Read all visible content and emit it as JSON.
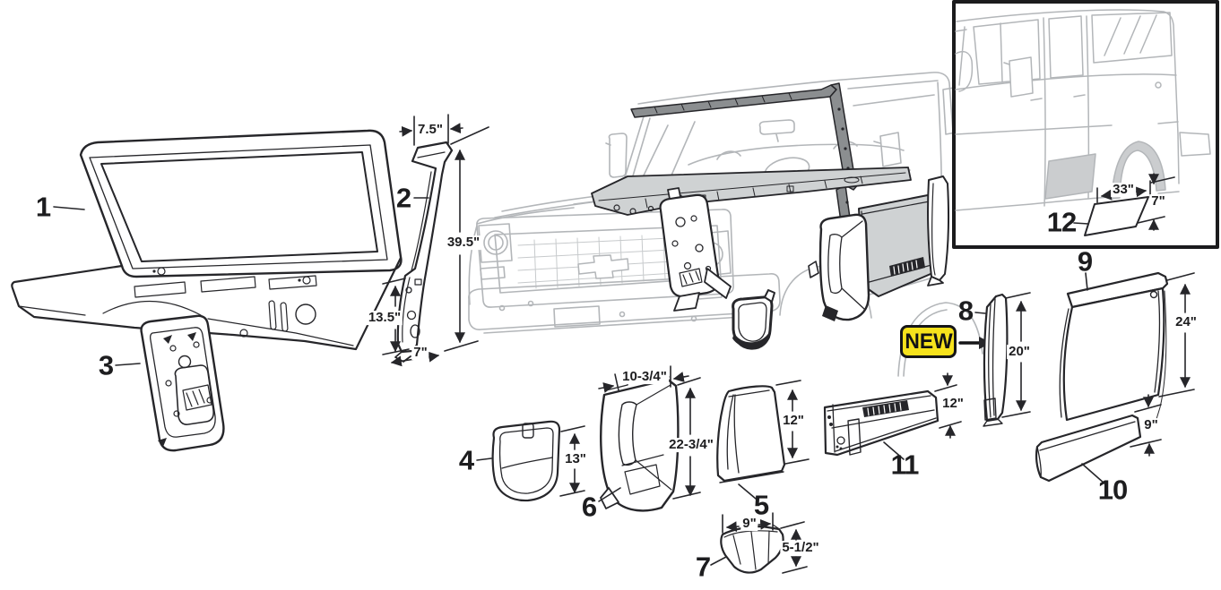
{
  "badge": {
    "label": "NEW",
    "background": "#f6e21c"
  },
  "colors": {
    "ink": "#26262a",
    "ghost": "#b3b6b9",
    "shade": "#cbcdcf",
    "badge_yellow": "#f6e21c"
  },
  "parts": {
    "p1": {
      "number": "1"
    },
    "p2": {
      "number": "2",
      "dims": {
        "top": "7.5\"",
        "right": "39.5\"",
        "left": "13.5\"",
        "bottom": "7\""
      }
    },
    "p3": {
      "number": "3"
    },
    "p4": {
      "number": "4",
      "dims": {
        "height": "13\""
      }
    },
    "p5": {
      "number": "5",
      "dims": {
        "height": "12\""
      }
    },
    "p6": {
      "number": "6",
      "dims": {
        "width": "10-3/4\"",
        "height": "22-3/4\""
      }
    },
    "p7": {
      "number": "7",
      "dims": {
        "width": "9\"",
        "height": "5-1/2\""
      }
    },
    "p8": {
      "number": "8",
      "dims": {
        "height": "20\""
      }
    },
    "p9": {
      "number": "9",
      "dims": {
        "height": "24\""
      }
    },
    "p10": {
      "number": "10",
      "dims": {
        "height": "9\""
      }
    },
    "p11": {
      "number": "11",
      "dims": {
        "height": "12\""
      }
    },
    "p12": {
      "number": "12",
      "dims": {
        "width": "33\"",
        "height": "7\""
      }
    }
  }
}
